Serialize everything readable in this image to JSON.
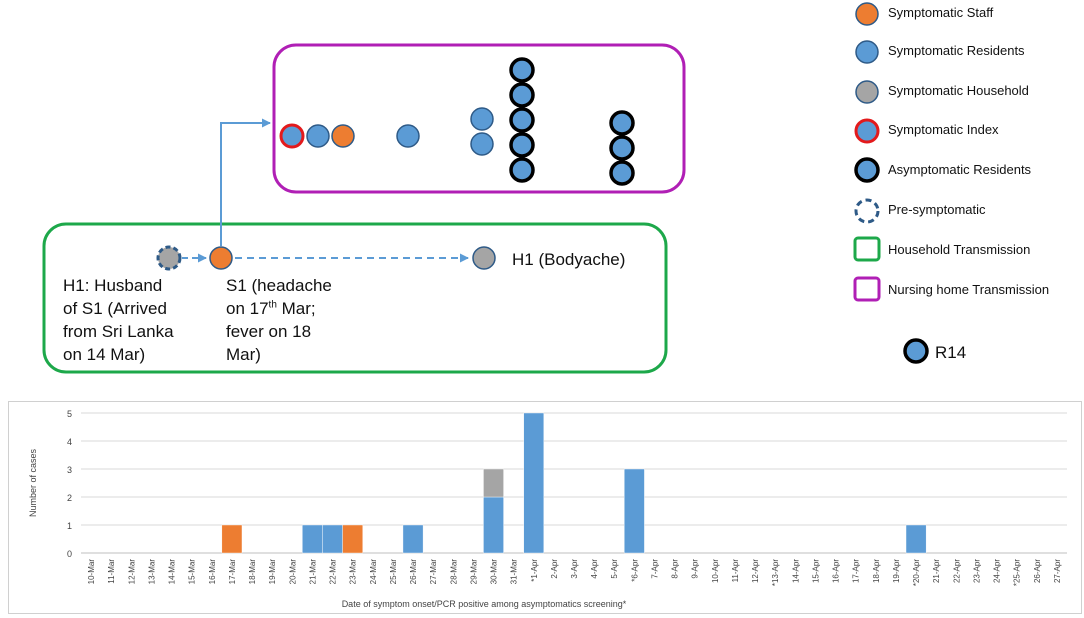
{
  "legend": {
    "items": [
      {
        "label": "Symptomatic Staff",
        "icon": "orange-circle-icon"
      },
      {
        "label": "Symptomatic Residents",
        "icon": "blue-circle-icon"
      },
      {
        "label": "Symptomatic Household",
        "icon": "grey-circle-icon"
      },
      {
        "label": "Symptomatic Index",
        "icon": "red-outline-circle-icon"
      },
      {
        "label": "Asymptomatic Residents",
        "icon": "black-outline-circle-icon"
      },
      {
        "label": "Pre-symptomatic",
        "icon": "dashed-circle-icon"
      },
      {
        "label": "Household Transmission",
        "icon": "green-box-icon"
      },
      {
        "label": "Nursing home Transmission",
        "icon": "magenta-box-icon"
      }
    ],
    "r14_label": "R14"
  },
  "diagram": {
    "h1_text_lines": [
      "H1: Husband",
      "of S1 (Arrived",
      "from Sri Lanka",
      "on 14 Mar)"
    ],
    "s1_text": {
      "line1": "S1 (headache",
      "line2_a": "on 17",
      "line2_sup": "th",
      "line2_b": " Mar;",
      "line3": "fever on 18",
      "line4": "Mar)"
    },
    "h1_right_label": "H1 (Bodyache)"
  },
  "colors": {
    "staff": "#ED7D31",
    "resident": "#5B9BD5",
    "household": "#A5A5A5",
    "index_outline": "#E31A1C",
    "asymptomatic_outline": "#000000",
    "presymptomatic_outline": "#2E5A87",
    "household_box": "#1DA84A",
    "nursing_box": "#B01FB5",
    "arrow": "#5B9BD5"
  },
  "chart_data": {
    "type": "bar",
    "stacked": true,
    "xlabel": "Date of symptom onset/PCR positive among asymptomatics screening*",
    "ylabel": "Number of cases",
    "ylim": [
      0,
      5
    ],
    "yticks": [
      0,
      1,
      2,
      3,
      4,
      5
    ],
    "grid": true,
    "categories": [
      "10-Mar",
      "11-Mar",
      "12-Mar",
      "13-Mar",
      "14-Mar",
      "15-Mar",
      "16-Mar",
      "17-Mar",
      "18-Mar",
      "19-Mar",
      "20-Mar",
      "21-Mar",
      "22-Mar",
      "23-Mar",
      "24-Mar",
      "25-Mar",
      "26-Mar",
      "27-Mar",
      "28-Mar",
      "29-Mar",
      "30-Mar",
      "31-Mar",
      "*1-Apr",
      "2-Apr",
      "3-Apr",
      "4-Apr",
      "5-Apr",
      "*6-Apr",
      "7-Apr",
      "8-Apr",
      "9-Apr",
      "10-Apr",
      "11-Apr",
      "12-Apr",
      "*13-Apr",
      "14-Apr",
      "15-Apr",
      "16-Apr",
      "17-Apr",
      "18-Apr",
      "19-Apr",
      "*20-Apr",
      "21-Apr",
      "22-Apr",
      "23-Apr",
      "24-Apr",
      "*25-Apr",
      "26-Apr",
      "27-Apr"
    ],
    "series": [
      {
        "key": "resident",
        "values": [
          0,
          0,
          0,
          0,
          0,
          0,
          0,
          0,
          0,
          0,
          0,
          1,
          1,
          0,
          0,
          0,
          1,
          0,
          0,
          0,
          2,
          0,
          5,
          0,
          0,
          0,
          0,
          3,
          0,
          0,
          0,
          0,
          0,
          0,
          0,
          0,
          0,
          0,
          0,
          0,
          0,
          1,
          0,
          0,
          0,
          0,
          0,
          0,
          0
        ]
      },
      {
        "key": "staff",
        "values": [
          0,
          0,
          0,
          0,
          0,
          0,
          0,
          1,
          0,
          0,
          0,
          0,
          0,
          1,
          0,
          0,
          0,
          0,
          0,
          0,
          0,
          0,
          0,
          0,
          0,
          0,
          0,
          0,
          0,
          0,
          0,
          0,
          0,
          0,
          0,
          0,
          0,
          0,
          0,
          0,
          0,
          0,
          0,
          0,
          0,
          0,
          0,
          0,
          0
        ]
      },
      {
        "key": "household",
        "values": [
          0,
          0,
          0,
          0,
          0,
          0,
          0,
          0,
          0,
          0,
          0,
          0,
          0,
          0,
          0,
          0,
          0,
          0,
          0,
          0,
          1,
          0,
          0,
          0,
          0,
          0,
          0,
          0,
          0,
          0,
          0,
          0,
          0,
          0,
          0,
          0,
          0,
          0,
          0,
          0,
          0,
          0,
          0,
          0,
          0,
          0,
          0,
          0,
          0
        ]
      }
    ]
  }
}
